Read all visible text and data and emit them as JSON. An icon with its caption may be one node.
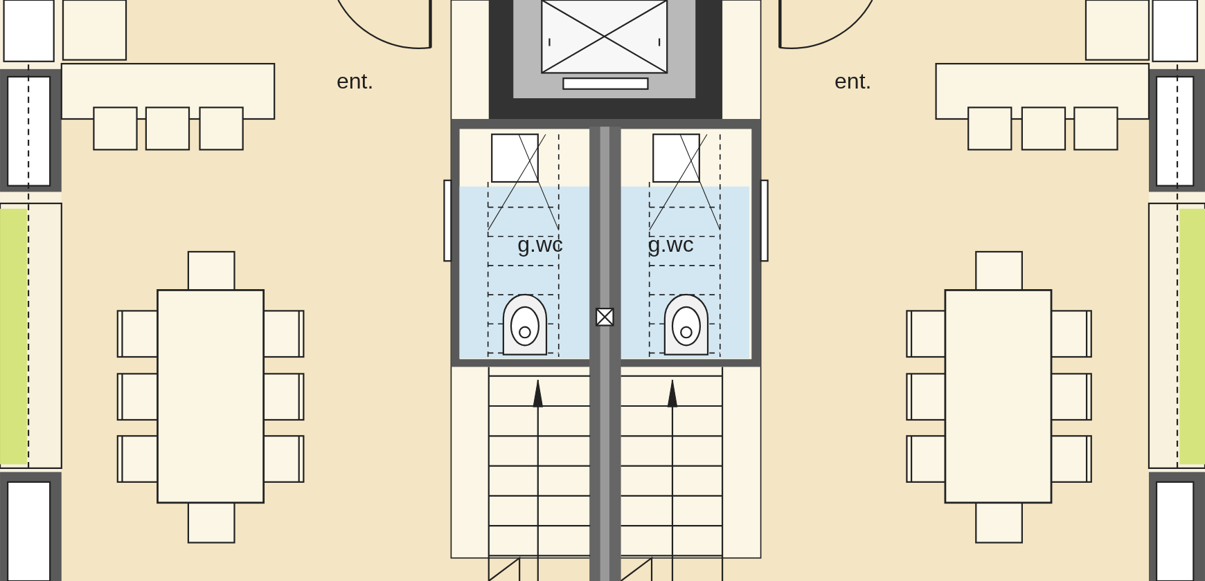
{
  "diagram": {
    "labels": [
      "ent.",
      "ent.",
      "g.wc",
      "g.wc"
    ]
  }
}
